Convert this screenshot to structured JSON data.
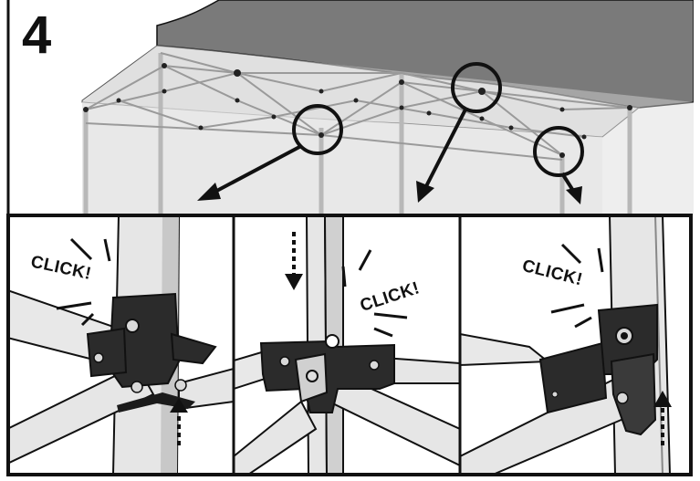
{
  "step": {
    "number": "4"
  },
  "panels": [
    {
      "id": "left",
      "callout": "CLICK!",
      "arrow_direction": "up"
    },
    {
      "id": "middle",
      "callout": "CLICK!",
      "arrow_direction": "down"
    },
    {
      "id": "right",
      "callout": "CLICK!",
      "arrow_direction": "up"
    }
  ],
  "colors": {
    "canopy_top": "#7a7a7a",
    "canopy_wall": "#dcdcdc",
    "frame": "#e6e6e6",
    "bracket": "#2b2b2b",
    "outline": "#111111"
  }
}
